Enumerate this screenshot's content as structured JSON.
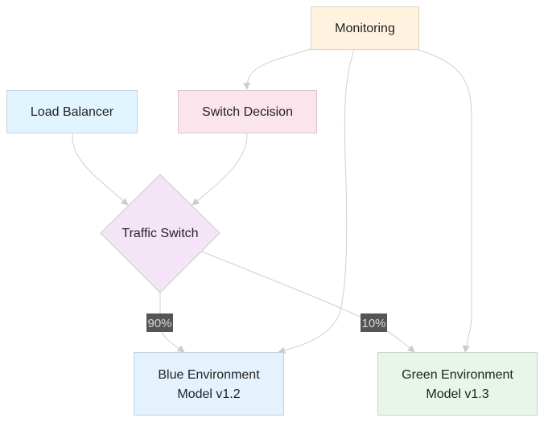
{
  "nodes": {
    "monitoring": {
      "label": "Monitoring",
      "fill": "#fff3e0",
      "stroke": "#dfd2bf"
    },
    "load_balancer": {
      "label": "Load Balancer",
      "fill": "#e1f5fe",
      "stroke": "#c1d5de"
    },
    "switch_decision": {
      "label": "Switch Decision",
      "fill": "#fce4ec",
      "stroke": "#dcc4cc"
    },
    "traffic_switch": {
      "label": "Traffic Switch",
      "fill": "#f3e5f5",
      "stroke": "#d3c5d5"
    },
    "blue_env": {
      "line1": "Blue Environment",
      "line2": "Model v1.2",
      "fill": "#e3f2fd",
      "stroke": "#c3d2dd"
    },
    "green_env": {
      "line1": "Green Environment",
      "line2": "Model v1.3",
      "fill": "#e8f5e9",
      "stroke": "#c8d5c9"
    }
  },
  "edge_labels": {
    "blue_share": "90%",
    "green_share": "10%"
  },
  "colors": {
    "edge": "#cfcfcf",
    "arrowhead": "#cccccc",
    "edge_label_bg": "#555555",
    "edge_label_text": "#d8d8d8"
  }
}
